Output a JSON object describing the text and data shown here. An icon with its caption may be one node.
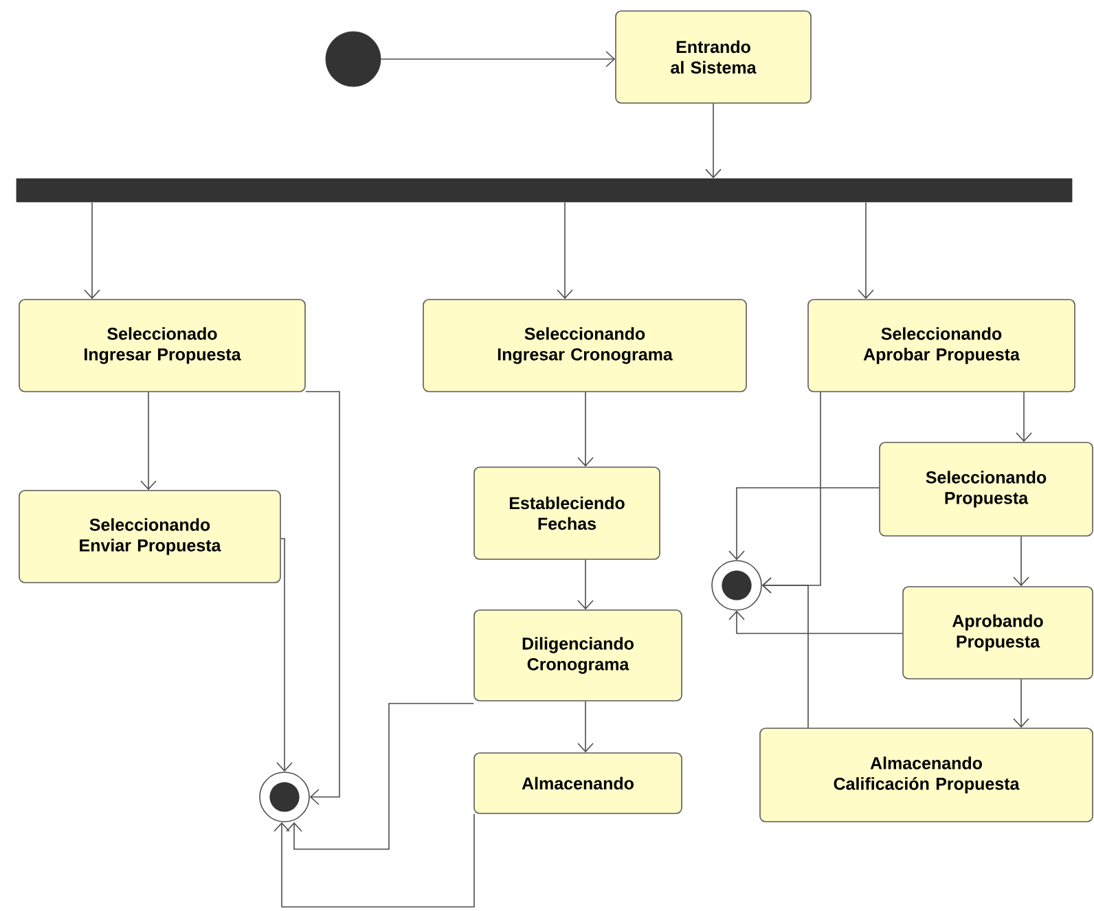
{
  "diagram": {
    "nodes": [
      {
        "text": [],
        "shape": "circle"
      },
      {
        "text": [
          "Entrando al Sistema"
        ]
      },
      {
        "text": [],
        "shape": "bar"
      },
      {
        "text": [
          "Seleccionado Ingresar Propuesta"
        ]
      },
      {
        "text": [
          "Seleccionando Ingresar Cronograma"
        ]
      },
      {
        "text": [
          "Seleccionando Aprobar Propuesta"
        ]
      },
      {
        "text": [
          "Seleccionando Enviar Propuesta"
        ]
      },
      {
        "text": [
          "Estableciendo Fechas"
        ]
      },
      {
        "text": [
          "Diligenciando Cronograma"
        ]
      },
      {
        "text": [
          "Almacenando"
        ]
      },
      {
        "text": [],
        "shape": "circle"
      },
      {
        "text": [
          "Seleccionando Propuesta"
        ]
      },
      {
        "text": [
          "Aprobando Propuesta"
        ]
      },
      {
        "text": [
          "Almacenando Calificación Propuesta"
        ]
      },
      {
        "text": [],
        "shape": "circle"
      }
    ],
    "edges": [
      {
        "from": 0,
        "to": 1,
        "arrow": "to"
      },
      {
        "from": 1,
        "to": 2,
        "arrow": "to"
      },
      {
        "from": 2,
        "to": 3,
        "arrow": "to"
      },
      {
        "from": 2,
        "to": 4,
        "arrow": "to"
      },
      {
        "from": 2,
        "to": 5,
        "arrow": "to"
      },
      {
        "from": 3,
        "to": 6,
        "arrow": "to"
      },
      {
        "from": 3,
        "to": 10,
        "arrow": "to"
      },
      {
        "from": 6,
        "to": 10,
        "arrow": "to"
      },
      {
        "from": 4,
        "to": 7,
        "arrow": "to"
      },
      {
        "from": 7,
        "to": 8,
        "arrow": "to"
      },
      {
        "from": 8,
        "to": 9,
        "arrow": "to"
      },
      {
        "from": 8,
        "to": 10,
        "arrow": "to"
      },
      {
        "from": 9,
        "to": 10,
        "arrow": "to"
      },
      {
        "from": 5,
        "to": 11,
        "arrow": "to"
      },
      {
        "from": 11,
        "to": 12,
        "arrow": "to"
      },
      {
        "from": 12,
        "to": 13,
        "arrow": "to"
      },
      {
        "from": 5,
        "to": 14,
        "arrow": "to"
      },
      {
        "from": 11,
        "to": 14,
        "arrow": "to"
      },
      {
        "from": 12,
        "to": 14,
        "arrow": "to"
      },
      {
        "from": 13,
        "to": 14,
        "arrow": "to"
      }
    ]
  }
}
